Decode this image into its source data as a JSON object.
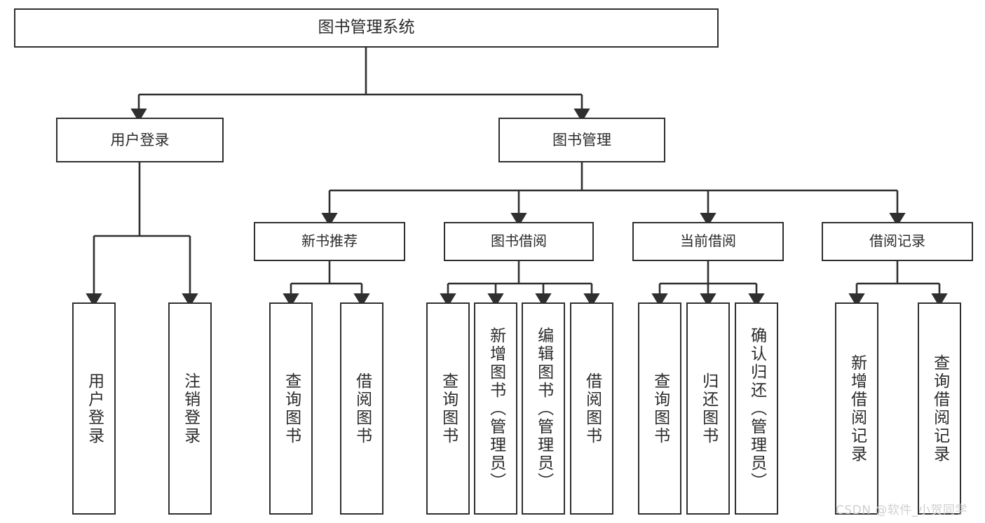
{
  "diagram": {
    "title_box": {
      "label": "图书管理系统"
    },
    "level2": [
      {
        "label": "用户登录"
      },
      {
        "label": "图书管理"
      }
    ],
    "level3": [
      {
        "label": "新书推荐"
      },
      {
        "label": "图书借阅"
      },
      {
        "label": "当前借阅"
      },
      {
        "label": "借阅记录"
      }
    ],
    "leaves": {
      "user_login": [
        {
          "label": "用户登录"
        },
        {
          "label": "注销登录"
        }
      ],
      "new_book_recommend": [
        {
          "label": "查询图书"
        },
        {
          "label": "借阅图书"
        }
      ],
      "book_borrow": [
        {
          "label": "查询图书"
        },
        {
          "label": "新增图书（管理员）"
        },
        {
          "label": "编辑图书（管理员）"
        },
        {
          "label": "借阅图书"
        }
      ],
      "current_borrow": [
        {
          "label": "查询图书"
        },
        {
          "label": "归还图书"
        },
        {
          "label": "确认归还（管理员）"
        }
      ],
      "borrow_record": [
        {
          "label": "新增借阅记录"
        },
        {
          "label": "查询借阅记录"
        }
      ]
    }
  },
  "watermark": {
    "text": "CSDN @软件_小贺同学"
  },
  "colors": {
    "border": "#2f2f2f",
    "text": "#2b2b2b",
    "background": "#ffffff",
    "watermark": "#cfcfcf"
  }
}
